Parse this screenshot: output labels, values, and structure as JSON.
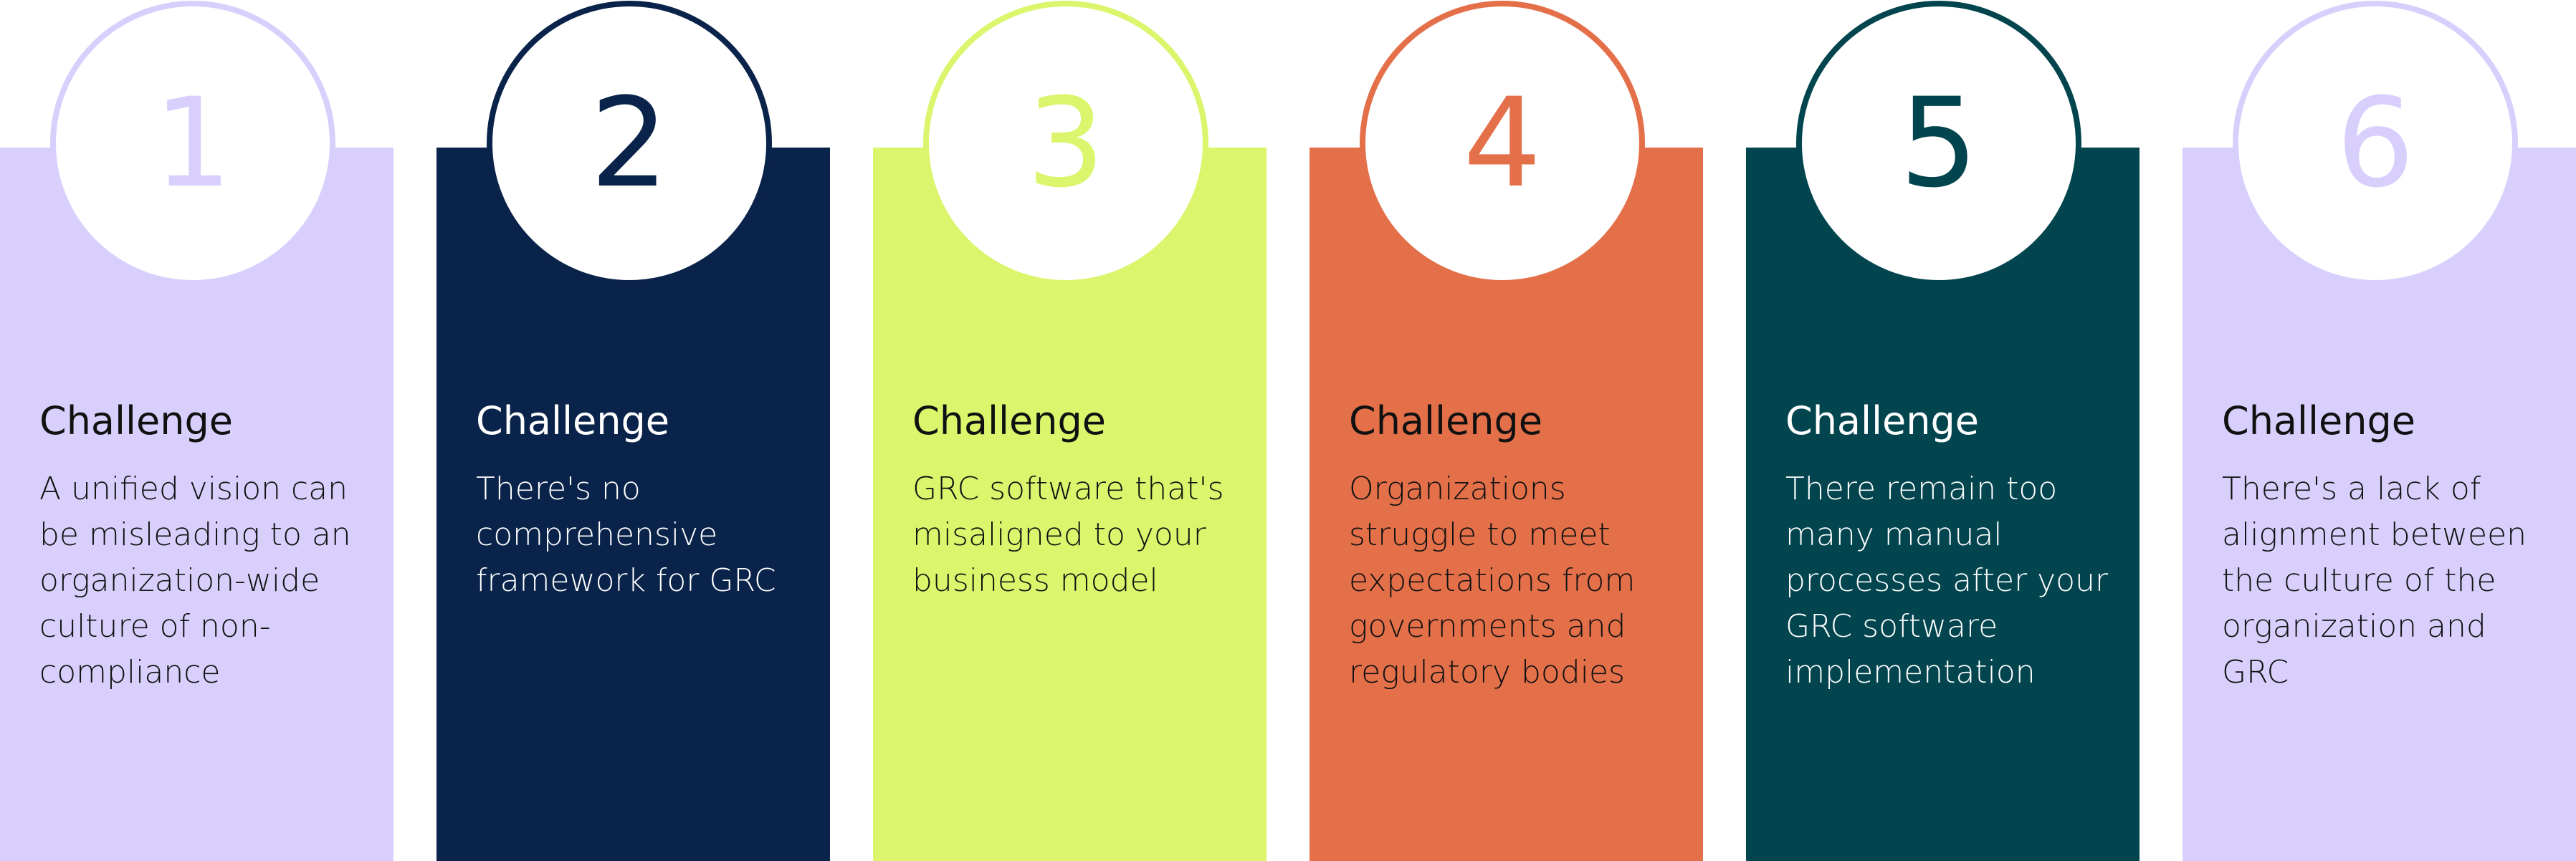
{
  "cards": [
    {
      "number": "1",
      "heading": "Challenge",
      "text": "A unified vision can be misleading to an organization-wide culture of non-compliance",
      "panel_color": "#d9cffc",
      "ring_color": "#d9cffc",
      "number_color": "#d9cffc",
      "text_color": "#111111"
    },
    {
      "number": "2",
      "heading": "Challenge",
      "text": "There's no comprehensive framework for GRC",
      "panel_color": "#0a234a",
      "ring_color": "#0a234a",
      "number_color": "#0a234a",
      "text_color": "#ffffff"
    },
    {
      "number": "3",
      "heading": "Challenge",
      "text": "GRC software that's misaligned to your business model",
      "panel_color": "#dbf56c",
      "ring_color": "#dbf56c",
      "number_color": "#dbf56c",
      "text_color": "#111111"
    },
    {
      "number": "4",
      "heading": "Challenge",
      "text": "Organizations struggle to meet expectations from governments and regulatory bodies",
      "panel_color": "#e4704a",
      "ring_color": "#e4704a",
      "number_color": "#e4704a",
      "text_color": "#111111"
    },
    {
      "number": "5",
      "heading": "Challenge",
      "text": "There remain too many manual processes after your GRC software implementation",
      "panel_color": "#03454f",
      "ring_color": "#03454f",
      "number_color": "#03454f",
      "text_color": "#ffffff"
    },
    {
      "number": "6",
      "heading": "Challenge",
      "text": "There's a lack of alignment between the culture of the organization and GRC",
      "panel_color": "#d9cffc",
      "ring_color": "#d9cffc",
      "number_color": "#d9cffc",
      "text_color": "#111111"
    }
  ]
}
